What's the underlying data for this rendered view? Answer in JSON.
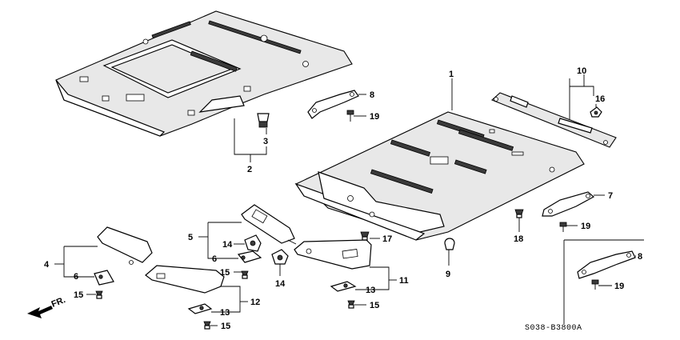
{
  "diagram": {
    "drawing_code": "S038-B3800A",
    "front_marker": "FR.",
    "callouts": {
      "c1": "1",
      "c2": "2",
      "c3": "3",
      "c4": "4",
      "c5": "5",
      "c6a": "6",
      "c6b": "6",
      "c7": "7",
      "c8a": "8",
      "c8b": "8",
      "c9": "9",
      "c10": "10",
      "c11": "11",
      "c12": "12",
      "c13a": "13",
      "c13b": "13",
      "c14a": "14",
      "c14b": "14",
      "c15a": "15",
      "c15b": "15",
      "c15c": "15",
      "c15d": "15",
      "c16": "16",
      "c17": "17",
      "c18": "18",
      "c19a": "19",
      "c19b": "19",
      "c19c": "19"
    }
  }
}
